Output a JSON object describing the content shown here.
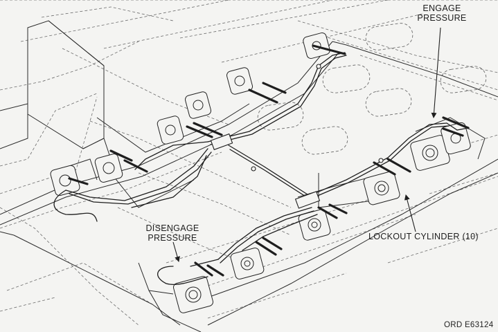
{
  "callouts": {
    "engage": {
      "line1": "ENGAGE",
      "line2": "PRESSURE"
    },
    "disengage": {
      "line1": "DISENGAGE",
      "line2": "PRESSURE"
    },
    "lockout": "LOCKOUT CYLINDER (10)"
  },
  "figure_code": "ORD  E63124",
  "colors": {
    "ink": "#1e1e1e",
    "paper": "#f4f4f2"
  }
}
